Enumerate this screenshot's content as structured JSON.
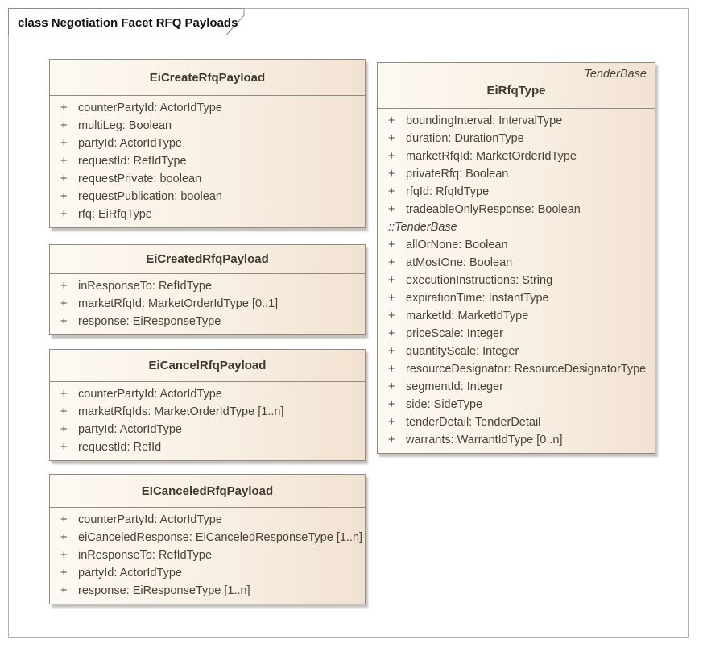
{
  "frame": {
    "label": "class Negotiation Facet RFQ Payloads"
  },
  "colors": {
    "box_fill_left": "#fdfaf4",
    "box_fill_right": "#f2e2d1",
    "box_border": "#8f8a83",
    "box_shadow": "#96908a",
    "header_text": "#40382f",
    "attribute_text": "#4a4238",
    "frame_border": "#aeaeae"
  },
  "classes": [
    {
      "name": "EiCreateRfqPayload",
      "attributes": [
        {
          "vis": "+",
          "text": "counterPartyId: ActorIdType"
        },
        {
          "vis": "+",
          "text": "multiLeg: Boolean"
        },
        {
          "vis": "+",
          "text": "partyId: ActorIdType"
        },
        {
          "vis": "+",
          "text": "requestId: RefIdType"
        },
        {
          "vis": "+",
          "text": "requestPrivate: boolean"
        },
        {
          "vis": "+",
          "text": "requestPublication: boolean"
        },
        {
          "vis": "+",
          "text": "rfq: EiRfqType"
        }
      ]
    },
    {
      "name": "EiCreatedRfqPayload",
      "attributes": [
        {
          "vis": "+",
          "text": "inResponseTo: RefIdType"
        },
        {
          "vis": "+",
          "text": "marketRfqId: MarketOrderIdType [0..1]"
        },
        {
          "vis": "+",
          "text": "response: EiResponseType"
        }
      ]
    },
    {
      "name": "EiCancelRfqPayload",
      "attributes": [
        {
          "vis": "+",
          "text": "counterPartyId: ActorIdType"
        },
        {
          "vis": "+",
          "text": "marketRfqIds: MarketOrderIdType [1..n]"
        },
        {
          "vis": "+",
          "text": "partyId: ActorIdType"
        },
        {
          "vis": "+",
          "text": "requestId: RefId"
        }
      ]
    },
    {
      "name": "EICanceledRfqPayload",
      "attributes": [
        {
          "vis": "+",
          "text": "counterPartyId: ActorIdType"
        },
        {
          "vis": "+",
          "text": "eiCanceledResponse: EiCanceledResponseType [1..n]"
        },
        {
          "vis": "+",
          "text": "inResponseTo: RefIdType"
        },
        {
          "vis": "+",
          "text": "partyId: ActorIdType"
        },
        {
          "vis": "+",
          "text": "response: EiResponseType [1..n]"
        }
      ]
    },
    {
      "name": "EiRfqType",
      "stereotype": "TenderBase",
      "attributes": [
        {
          "vis": "+",
          "text": "boundingInterval: IntervalType"
        },
        {
          "vis": "+",
          "text": "duration: DurationType"
        },
        {
          "vis": "+",
          "text": "marketRfqId: MarketOrderIdType"
        },
        {
          "vis": "+",
          "text": "privateRfq: Boolean"
        },
        {
          "vis": "+",
          "text": "rfqId: RfqIdType"
        },
        {
          "vis": "+",
          "text": "tradeableOnlyResponse: Boolean"
        }
      ],
      "inherited_label": "::TenderBase",
      "inherited_attributes": [
        {
          "vis": "+",
          "text": "allOrNone: Boolean"
        },
        {
          "vis": "+",
          "text": "atMostOne: Boolean"
        },
        {
          "vis": "+",
          "text": "executionInstructions: String"
        },
        {
          "vis": "+",
          "text": "expirationTime: InstantType"
        },
        {
          "vis": "+",
          "text": "marketId: MarketIdType"
        },
        {
          "vis": "+",
          "text": "priceScale: Integer"
        },
        {
          "vis": "+",
          "text": "quantityScale: Integer"
        },
        {
          "vis": "+",
          "text": "resourceDesignator: ResourceDesignatorType"
        },
        {
          "vis": "+",
          "text": "segmentId: Integer"
        },
        {
          "vis": "+",
          "text": "side: SideType"
        },
        {
          "vis": "+",
          "text": "tenderDetail: TenderDetail"
        },
        {
          "vis": "+",
          "text": "warrants: WarrantIdType [0..n]"
        }
      ]
    }
  ]
}
